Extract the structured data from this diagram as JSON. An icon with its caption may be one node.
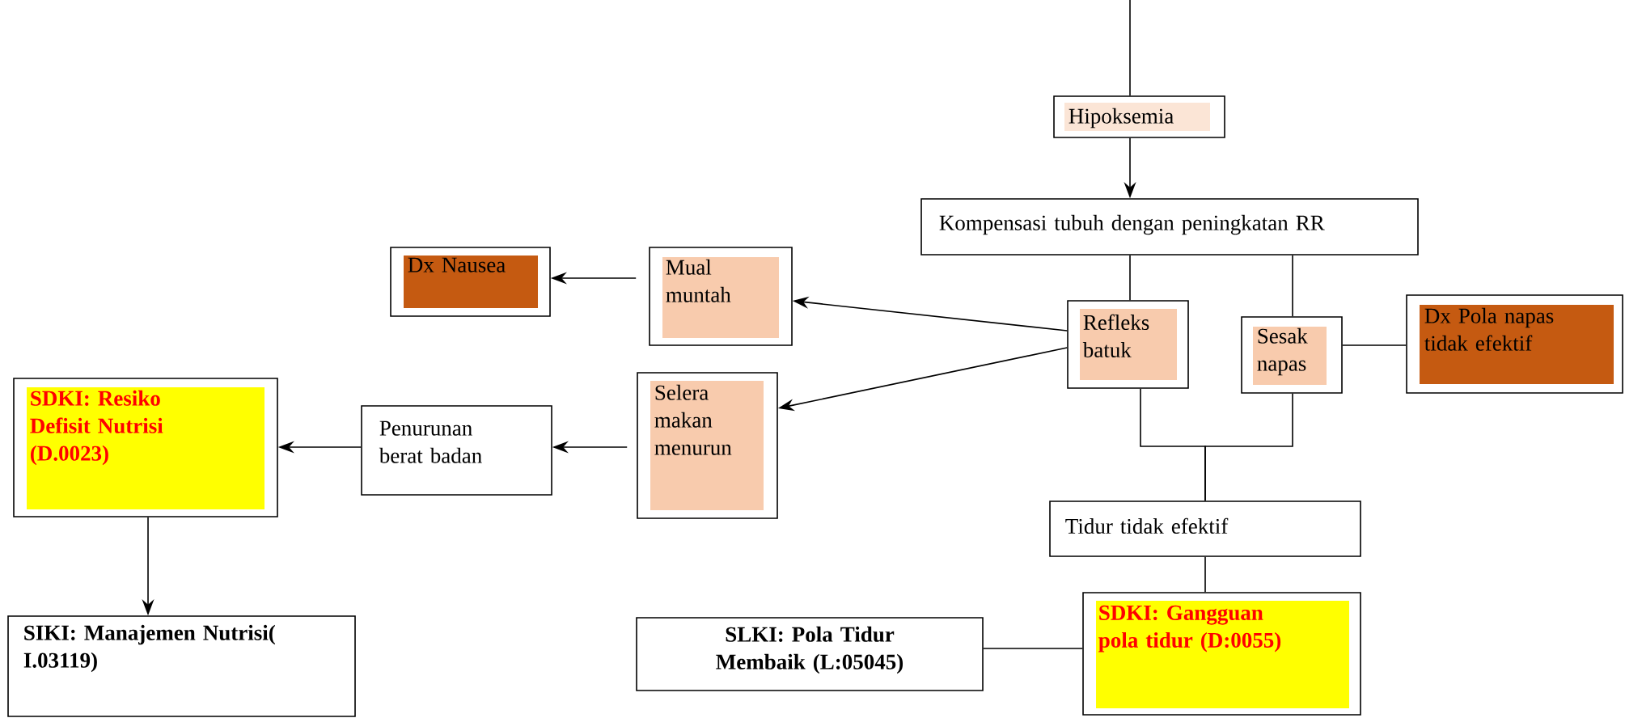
{
  "diagram": {
    "nodes": [
      {
        "text": [
          "Hipoksemia"
        ]
      },
      {
        "text": [
          "Kompensasi tubuh dengan peningkatan RR"
        ]
      },
      {
        "text": [
          "Mual muntah"
        ]
      },
      {
        "text": [
          "Dx Nausea"
        ]
      },
      {
        "text": [
          "Refleks batuk"
        ]
      },
      {
        "text": [
          "Sesak napas"
        ]
      },
      {
        "text": [
          "Dx Pola napas tidak efektif"
        ]
      },
      {
        "text": [
          "Selera makan menurun"
        ]
      },
      {
        "text": [
          "Penurunan berat badan"
        ]
      },
      {
        "text": [
          "SDKI: Resiko Defisit Nutrisi (D.0023)"
        ]
      },
      {
        "text": [
          "SIKI: Manajemen Nutrisi( I.03119)"
        ]
      },
      {
        "text": [
          "Tidur tidak efektif"
        ]
      },
      {
        "text": [
          "SDKI: Gangguan pola tidur (D:0055)"
        ]
      },
      {
        "text": [
          "SLKI: Pola Tidur Membaik (L:05045)"
        ]
      }
    ],
    "edges": [
      {
        "from": null,
        "to": 0,
        "arrow": "none"
      },
      {
        "from": 0,
        "to": 1,
        "arrow": "to"
      },
      {
        "from": 1,
        "to": 4,
        "arrow": "none"
      },
      {
        "from": 1,
        "to": 5,
        "arrow": "none"
      },
      {
        "from": 4,
        "to": 2,
        "arrow": "to"
      },
      {
        "from": 4,
        "to": 7,
        "arrow": "to"
      },
      {
        "from": 2,
        "to": 3,
        "arrow": "to"
      },
      {
        "from": 7,
        "to": 8,
        "arrow": "to"
      },
      {
        "from": 8,
        "to": 9,
        "arrow": "to"
      },
      {
        "from": 9,
        "to": 10,
        "arrow": "to"
      },
      {
        "from": 5,
        "to": 6,
        "arrow": "none"
      },
      {
        "from": 4,
        "to": 11,
        "arrow": "none"
      },
      {
        "from": 5,
        "to": 11,
        "arrow": "none"
      },
      {
        "from": 11,
        "to": 12,
        "arrow": "none"
      },
      {
        "from": 12,
        "to": 13,
        "arrow": "none"
      }
    ]
  }
}
